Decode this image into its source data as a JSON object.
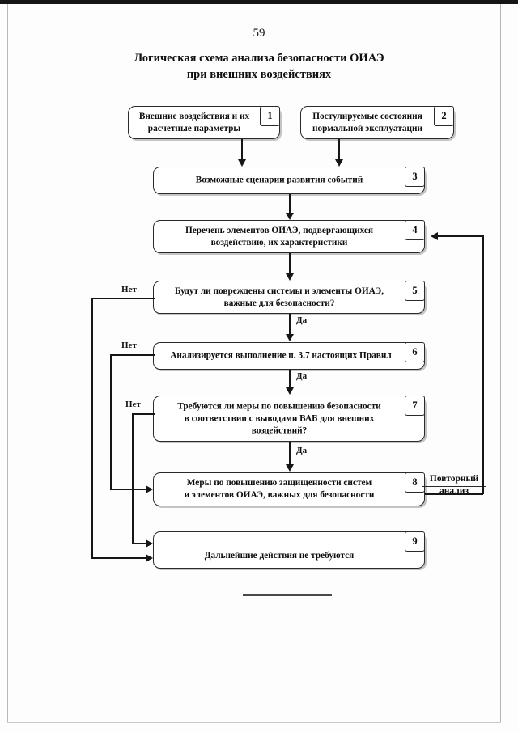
{
  "page": {
    "number": "59",
    "title_line1": "Логическая схема анализа безопасности ОИАЭ",
    "title_line2": "при внешних воздействиях"
  },
  "chart_data": {
    "type": "diagram",
    "title": "Логическая схема анализа безопасности ОИАЭ при внешних воздействиях",
    "nodes": [
      {
        "id": "1",
        "text_line1": "Внешние воздействия и их",
        "text_line2": "расчетные параметры"
      },
      {
        "id": "2",
        "text_line1": "Постулируемые состояния",
        "text_line2": "нормальной эксплуатации"
      },
      {
        "id": "3",
        "text_line1": "Возможные сценарии развития событий",
        "text_line2": ""
      },
      {
        "id": "4",
        "text_line1": "Перечень элементов ОИАЭ, подвергающихся",
        "text_line2": "воздействию, их характеристики"
      },
      {
        "id": "5",
        "text_line1": "Будут ли повреждены системы и элементы ОИАЭ,",
        "text_line2": "важные для безопасности?"
      },
      {
        "id": "6",
        "text_line1": "Анализируется выполнение п. 3.7 настоящих Правил",
        "text_line2": ""
      },
      {
        "id": "7",
        "text_line1": "Требуются ли меры по повышению безопасности",
        "text_line2": "в соответствии с выводами ВАБ для внешних",
        "text_line3": "воздействий?"
      },
      {
        "id": "8",
        "text_line1": "Меры по повышению защищенности систем",
        "text_line2": "и элементов ОИАЭ, важных для безопасности"
      },
      {
        "id": "9",
        "text_line1": "Дальнейшие действия не требуются",
        "text_line2": ""
      }
    ],
    "edge_labels": {
      "no": "Нет",
      "yes": "Да"
    },
    "edges": [
      {
        "from": "1",
        "to": "3",
        "label": ""
      },
      {
        "from": "2",
        "to": "3",
        "label": ""
      },
      {
        "from": "3",
        "to": "4",
        "label": ""
      },
      {
        "from": "4",
        "to": "5",
        "label": ""
      },
      {
        "from": "5",
        "to": "6",
        "label": "Да"
      },
      {
        "from": "5",
        "to": "9",
        "label": "Нет"
      },
      {
        "from": "6",
        "to": "7",
        "label": "Да"
      },
      {
        "from": "6",
        "to": "8",
        "label": "Нет"
      },
      {
        "from": "7",
        "to": "8",
        "label": "Да"
      },
      {
        "from": "7",
        "to": "9",
        "label": "Нет"
      },
      {
        "from": "8",
        "to": "4",
        "label": "Повторный анализ"
      }
    ],
    "annotations": [
      {
        "text_line1": "Повторный",
        "text_line2": "анализ"
      }
    ]
  },
  "side_note": {
    "line1": "Повторный",
    "line2": "анализ"
  }
}
